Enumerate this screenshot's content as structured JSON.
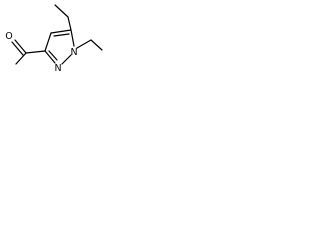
{
  "molecule": {
    "atom_labels": {
      "carbonyl_oxygen": "O",
      "ring_nitrogen_1": "N",
      "ring_nitrogen_2": "N"
    }
  },
  "colors": {
    "bond": "#000000",
    "label": "#000000",
    "background": "#ffffff"
  }
}
